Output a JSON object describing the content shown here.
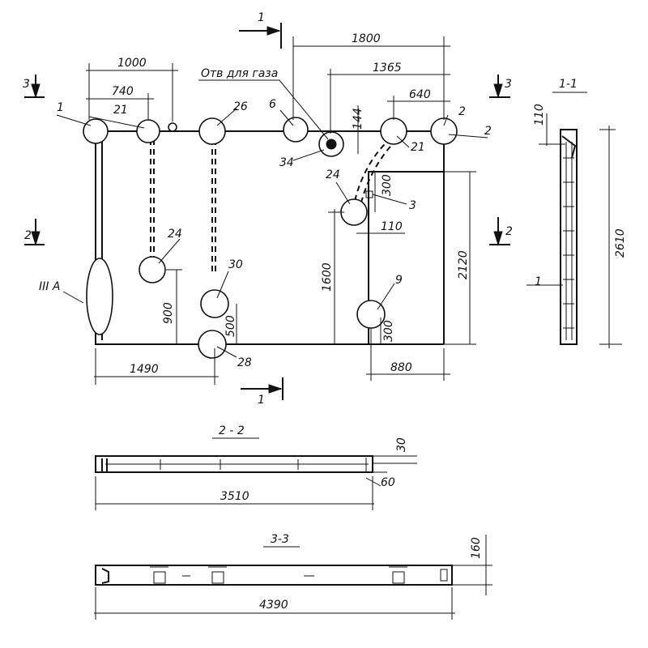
{
  "drawing": {
    "gas_note": "Отв для газа",
    "section_labels": {
      "cut1_top": "1",
      "cut1_bottom": "1",
      "cut2_left": "2",
      "cut2_right": "2",
      "cut3_left": "3",
      "cut3_right": "3",
      "detail": "III A"
    },
    "titles": {
      "s11": "1-1",
      "s22": "2 - 2",
      "s33": "3-3"
    },
    "callouts": [
      "1",
      "21",
      "26",
      "6",
      "34",
      "24",
      "2",
      "2",
      "21",
      "24",
      "3",
      "24",
      "30",
      "28",
      "9",
      "1"
    ],
    "dims_plan": [
      "1800",
      "1000",
      "1365",
      "740",
      "640",
      "144",
      "300",
      "110",
      "1600",
      "2120",
      "900",
      "500",
      "1490",
      "880",
      "300"
    ],
    "dims_s11": [
      "110",
      "2610"
    ],
    "dims_s22": [
      "30",
      "60",
      "3510"
    ],
    "dims_s33": [
      "160",
      "4390"
    ]
  }
}
